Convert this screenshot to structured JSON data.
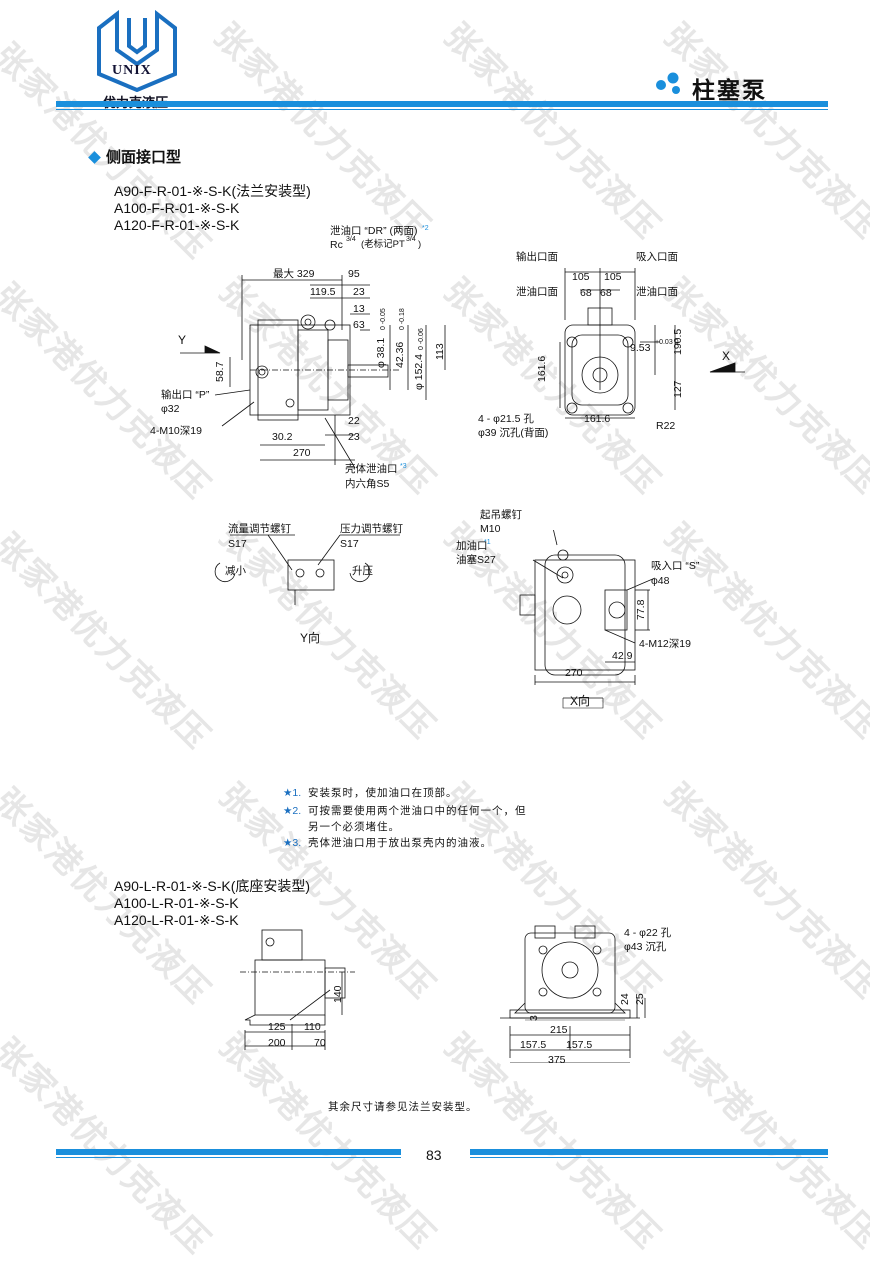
{
  "header": {
    "logo_text": "UNIX",
    "company": "优力克液压",
    "section_title": "柱塞泵",
    "accent_color": "#1a8fdc"
  },
  "watermark": "张家港优力克液压",
  "side_port": {
    "heading": "侧面接口型",
    "model_1": "A90-F-R-01-※-S-K(法兰安装型)",
    "model_2": "A100-F-R-01-※-S-K",
    "model_3": "A120-F-R-01-※-S-K",
    "front": {
      "drain_dr": "泄油口 “DR” (两面)",
      "drain_dr_note": "*2",
      "rc": "Rc",
      "rc_frac": "3/4",
      "old_pt": "(老标记PT",
      "old_pt_frac": "3/4",
      "old_pt_close": ")",
      "max_329": "最大 329",
      "d95": "95",
      "d119_5": "119.5",
      "d23a": "23",
      "d13": "13",
      "d63": "63",
      "phi38": "φ 38.1",
      "phi38_tol": "0 -0.05",
      "d42": "42.36",
      "d42_tol": "0 -0.18",
      "phi152": "φ 152.4",
      "phi152_tol": "0 -0.06",
      "d113": "113",
      "d58_7": "58.7",
      "outlet_p": "输出口 “P”",
      "phi32": "φ32",
      "m10": "4-M10深19",
      "d30_2": "30.2",
      "d22": "22",
      "d23b": "23",
      "d270": "270",
      "case_drain": "壳体泄油口",
      "case_drain_note": "*3",
      "hex": "内六角S5",
      "y_label": "Y"
    },
    "side": {
      "outlet_face": "输出口面",
      "inlet_face": "吸入口面",
      "drain_face_l": "泄油口面",
      "drain_face_r": "泄油口面",
      "d105a": "105",
      "d105b": "105",
      "d68a": "68",
      "d68b": "68",
      "d9_53": "9.53",
      "d9_53_tol": "+0.03 0",
      "d190_5": "190.5",
      "d161_6v": "161.6",
      "d127": "127",
      "d161_6h": "161.6",
      "holes": "4 - φ21.5 孔",
      "counterbore": "φ39 沉孔(背面)",
      "r22": "R22",
      "x_label": "X"
    },
    "y_view": {
      "flow_screw": "流量调节螺钉",
      "pressure_screw": "压力调节螺钉",
      "s17a": "S17",
      "s17b": "S17",
      "decrease": "减小",
      "increase": "升压",
      "caption": "Y向"
    },
    "x_view": {
      "lift_bolt": "起吊螺钉",
      "m10": "M10",
      "fill_port": "加油口",
      "fill_note": "*1",
      "plug": "油塞S27",
      "suction_s": "吸入口 “S”",
      "phi48": "φ48",
      "d77_8": "77.8",
      "m12": "4-M12深19",
      "d42_9": "42.9",
      "d270": "270",
      "caption": "X向"
    },
    "notes": [
      {
        "mark": "★1.",
        "text": "安装泵时，使加油口在顶部。"
      },
      {
        "mark": "★2.",
        "text": "可按需要使用两个泄油口中的任何一个，但"
      },
      {
        "mark": "",
        "text": "另一个必须堵住。"
      },
      {
        "mark": "★3.",
        "text": "壳体泄油口用于放出泵壳内的油液。"
      }
    ]
  },
  "base_mount": {
    "model_1": "A90-L-R-01-※-S-K(底座安装型)",
    "model_2": "A100-L-R-01-※-S-K",
    "model_3": "A120-L-R-01-※-S-K",
    "d140": "140",
    "d125": "125",
    "d110": "110",
    "d200": "200",
    "d70": "70",
    "holes": "4 - φ22 孔",
    "counterbore": "φ43 沉孔",
    "d3": "3",
    "d24": "24",
    "d25": "25",
    "d215": "215",
    "d157_5a": "157.5",
    "d157_5b": "157.5",
    "d375": "375",
    "footnote": "其余尺寸请参见法兰安装型。"
  },
  "footer": {
    "page_number": "83"
  }
}
